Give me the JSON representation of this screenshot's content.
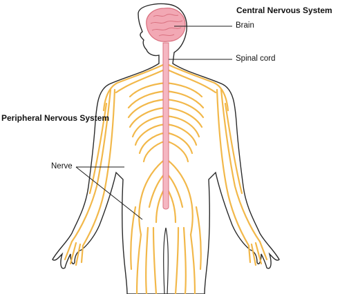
{
  "labels": {
    "central": "Central Nervous System",
    "brain": "Brain",
    "spinal_cord": "Spinal cord",
    "peripheral": "Peripheral Nervous System",
    "nerve": "Nerve"
  },
  "colors": {
    "background": "#ffffff",
    "body_outline": "#2a2a2a",
    "nerve": "#f2b84a",
    "nerve_dark": "#d99a2b",
    "brain": "#f2a8b4",
    "brain_dark": "#d9707f",
    "spinal_cord": "#f5b7c2",
    "leader": "#1a1a1a"
  }
}
